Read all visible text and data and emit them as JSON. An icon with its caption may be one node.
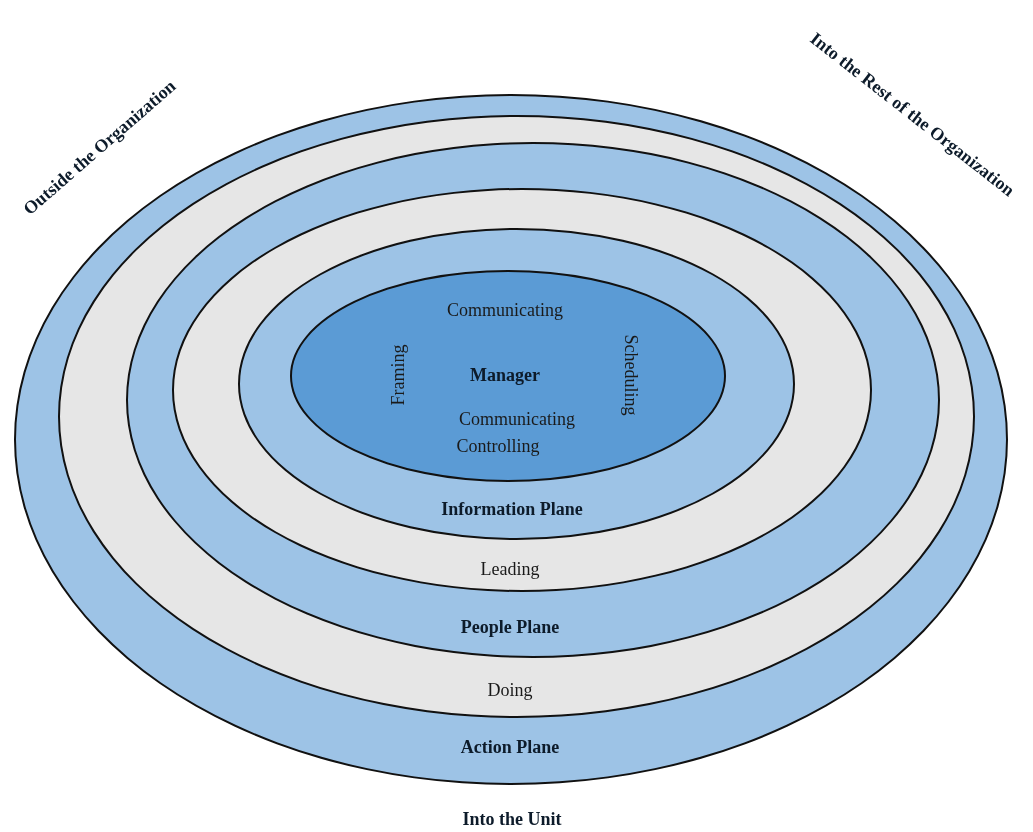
{
  "diagram": {
    "nodes": [
      {
        "text": [
          "Action Plane"
        ]
      },
      {
        "text": [
          "Doing"
        ],
        "in": 0
      },
      {
        "text": [
          "People Plane"
        ],
        "in": 1
      },
      {
        "text": [
          "Leading"
        ],
        "in": 2
      },
      {
        "text": [
          "Information Plane"
        ],
        "in": 3
      },
      {
        "text": [
          "Communicating",
          "Framing",
          "Manager",
          "Scheduling",
          "Communicating",
          "Controlling"
        ],
        "in": 4
      }
    ],
    "labels": [
      "Outside the Organization",
      "Into the Rest of the Organization",
      "Into the Unit"
    ]
  }
}
